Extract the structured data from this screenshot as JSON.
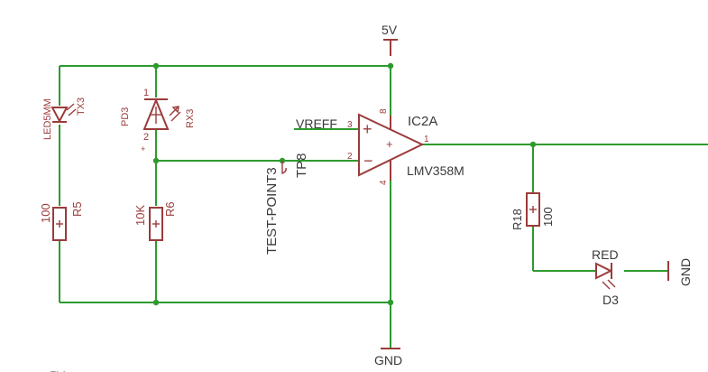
{
  "power": {
    "vcc": "5V",
    "gnd": "GND",
    "gnd_right": "GND",
    "vcc_cut": "5V"
  },
  "components": {
    "led_tx": {
      "name": "LED5MM",
      "ref": "TX3"
    },
    "photodiode": {
      "name": "PD3",
      "ref": "RX3",
      "pin1": "1",
      "pin2": "2",
      "plus": "+"
    },
    "r5": {
      "value": "100",
      "ref": "R5"
    },
    "r6": {
      "value": "10K",
      "ref": "R6"
    },
    "testpoint": {
      "name": "TEST-POINT3",
      "ref": "TP8"
    },
    "opamp": {
      "ref": "IC2A",
      "part": "LMV358M",
      "vref": "VREFF",
      "pin3": "3",
      "pin2": "2",
      "pin1": "1",
      "pin8": "8",
      "pin4": "4",
      "plus": "+",
      "minus": "−",
      "inner_plus": "+"
    },
    "r18": {
      "ref": "R18",
      "value": "100"
    },
    "led_d3": {
      "color": "RED",
      "ref": "D3"
    }
  },
  "colors": {
    "wire": "#2e9a2e",
    "symbol": "#9b3b3b",
    "text": "#3a3a3a"
  }
}
